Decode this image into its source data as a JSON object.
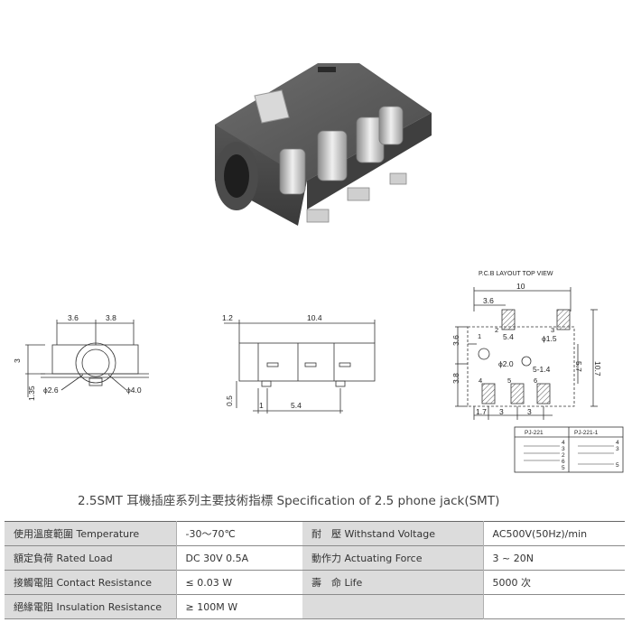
{
  "photo": {
    "alt": "2.5mm SMT phone jack product photo"
  },
  "drawing_front": {
    "dims": {
      "w1": "3.6",
      "w2": "3.8",
      "h_top": "3",
      "h_bottom": "1.35",
      "hole_small": "ϕ2.6",
      "hole_large": "ϕ4.0"
    }
  },
  "drawing_side": {
    "dims": {
      "left": "1.2",
      "length": "10.4",
      "pad_offset": "1",
      "pad_pitch": "5.4",
      "height": "0.5"
    }
  },
  "drawing_pcb": {
    "title": "P.C.B LAYOUT    TOP VIEW",
    "dims": {
      "width": "10",
      "offset": "3.6",
      "pitch": "5.4",
      "h_total": "10.7",
      "h_mid": "5.7",
      "v_upper": "3.6",
      "v_lower": "3.8",
      "hole1": "ϕ1.5",
      "hole2": "ϕ2.0",
      "spacing": "5-1.4",
      "b1": "1.7",
      "b2": "3",
      "b3": "3"
    },
    "pins": [
      "1",
      "2",
      "3",
      "4",
      "5",
      "6"
    ],
    "schematic": {
      "left_label": "PJ-221",
      "right_label": "PJ-221-1",
      "pins_left": [
        "4",
        "3",
        "2",
        "6",
        "5"
      ],
      "pins_right": [
        "4",
        "3",
        "5"
      ]
    }
  },
  "spec": {
    "title": "2.5SMT   耳機插座系列主要技術指標 Specification of 2.5 phone jack(SMT)",
    "rows": [
      {
        "label1": "使用溫度範圍 Temperature",
        "value1": "-30～70℃",
        "label2": "耐　壓  Withstand Voltage",
        "value2": "AC500V(50Hz)/min"
      },
      {
        "label1": "額定負荷  Rated Load",
        "value1": "DC  30V  0.5A",
        "label2": "動作力  Actuating Force",
        "value2": "3 ~ 20N"
      },
      {
        "label1": "接觸電阻  Contact Resistance",
        "value1": "≤ 0.03 W",
        "label2": "壽　命  Life",
        "value2": "5000 次"
      },
      {
        "label1": "絕緣電阻  Insulation Resistance",
        "value1": "≥ 100M W",
        "label2": "",
        "value2": ""
      }
    ]
  }
}
